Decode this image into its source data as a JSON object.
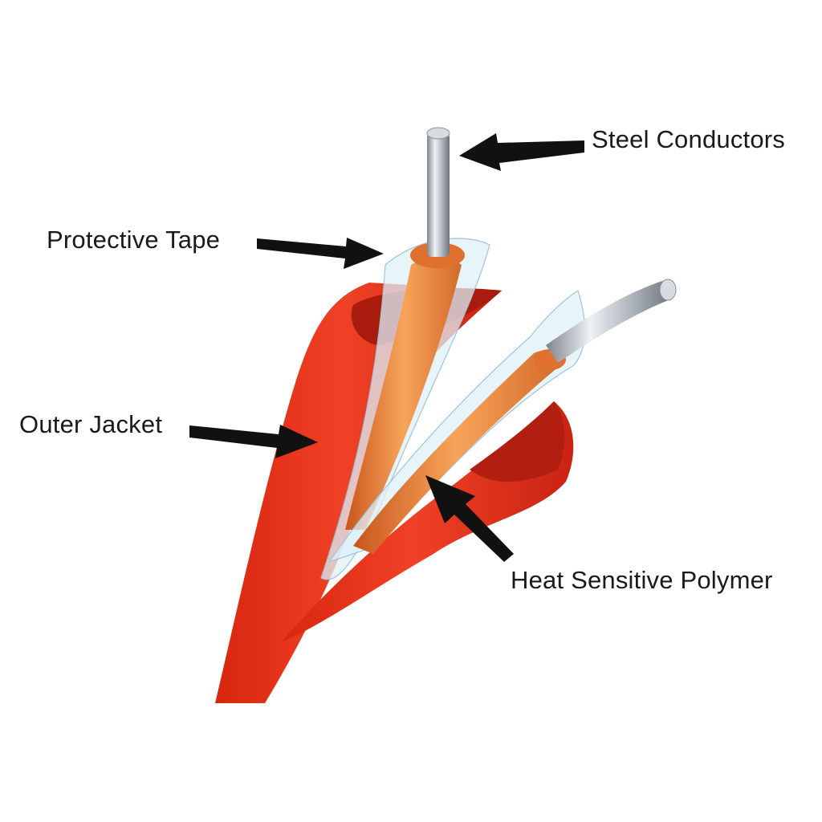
{
  "labels": {
    "steel_conductors": "Steel Conductors",
    "protective_tape": "Protective Tape",
    "outer_jacket": "Outer Jacket",
    "heat_sensitive_polymer": "Heat Sensitive Polymer"
  },
  "colors": {
    "jacket": "#e8301c",
    "jacket_dark": "#b81f10",
    "polymer": "#e8833a",
    "polymer_light": "#f6b36a",
    "steel": "#b9bec6",
    "tape": "#cfe3ee",
    "arrow": "#111111",
    "text": "#1a1a1a"
  }
}
